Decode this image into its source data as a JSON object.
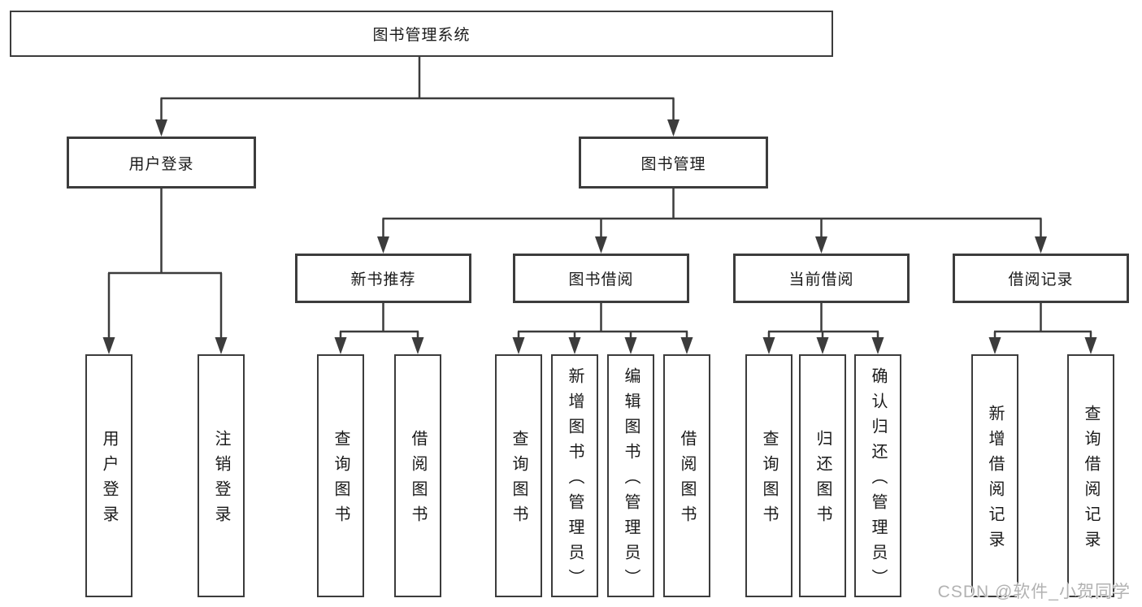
{
  "diagram": {
    "root": {
      "label": "图书管理系统"
    },
    "branches": [
      {
        "label": "用户登录",
        "children": [
          {
            "label": "用户登录"
          },
          {
            "label": "注销登录"
          }
        ]
      },
      {
        "label": "图书管理",
        "groups": [
          {
            "label": "新书推荐",
            "children": [
              {
                "label": "查询图书"
              },
              {
                "label": "借阅图书"
              }
            ]
          },
          {
            "label": "图书借阅",
            "children": [
              {
                "label": "查询图书"
              },
              {
                "label": "新增图书（管理员）"
              },
              {
                "label": "编辑图书（管理员）"
              },
              {
                "label": "借阅图书"
              }
            ]
          },
          {
            "label": "当前借阅",
            "children": [
              {
                "label": "查询图书"
              },
              {
                "label": "归还图书"
              },
              {
                "label": "确认归还（管理员）"
              }
            ]
          },
          {
            "label": "借阅记录",
            "children": [
              {
                "label": "新增借阅记录"
              },
              {
                "label": "查询借阅记录"
              }
            ]
          }
        ]
      }
    ]
  },
  "watermark": {
    "text": "CSDN @软件_小贺同学"
  },
  "colors": {
    "line": "#3c3c3c",
    "text": "#1a1a1a",
    "watermark": "#b2b2b2",
    "background": "#ffffff"
  }
}
